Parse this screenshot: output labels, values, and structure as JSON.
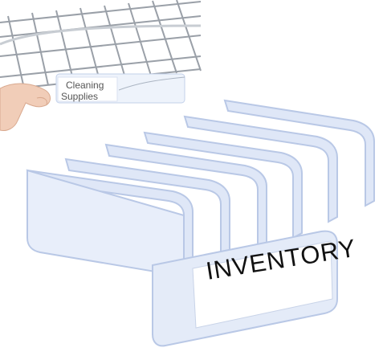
{
  "inset_label": {
    "line1": "Cleaning",
    "line2": "Supplies"
  },
  "main_label": {
    "text": "INVENTORY"
  },
  "colors": {
    "background": "#ffffff",
    "holder_plastic": "#dfe7f7",
    "holder_edge": "#b9c8e6",
    "wire_shelf": "#9aa0a8",
    "label_paper": "#ffffff",
    "label_text": "#111111",
    "skin": "#f1cdb8"
  },
  "objects": [
    "wire-shelf",
    "hand",
    "clear-label-holders",
    "inventory-label"
  ]
}
